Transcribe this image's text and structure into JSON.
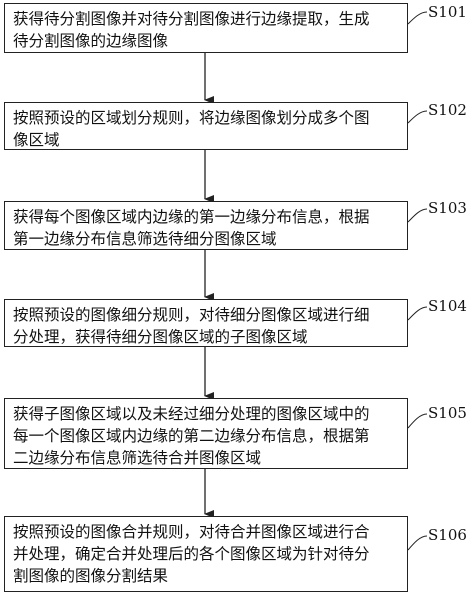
{
  "steps": [
    {
      "label": "S101",
      "lines": [
        "获得待分割图像并对待分割图像进行边缘提取，生成",
        "待分割图像的边缘图像"
      ]
    },
    {
      "label": "S102",
      "lines": [
        "按照预设的区域划分规则，将边缘图像划分成多个图",
        "像区域"
      ]
    },
    {
      "label": "S103",
      "lines": [
        "获得每个图像区域内边缘的第一边缘分布信息，根据",
        "第一边缘分布信息筛选待细分图像区域"
      ]
    },
    {
      "label": "S104",
      "lines": [
        "按照预设的图像细分规则，对待细分图像区域进行细",
        "分处理，获得待细分图像区域的子图像区域"
      ]
    },
    {
      "label": "S105",
      "lines": [
        "获得子图像区域以及未经过细分处理的图像区域中的",
        "每一个图像区域内边缘的第二边缘分布信息，根据第",
        "二边缘分布信息筛选待合并图像区域"
      ]
    },
    {
      "label": "S106",
      "lines": [
        "按照预设的图像合并规则，对待合并图像区域进行合",
        "并处理，确定合并处理后的各个图像区域为针对待分",
        "割图像的图像分割结果"
      ]
    }
  ]
}
